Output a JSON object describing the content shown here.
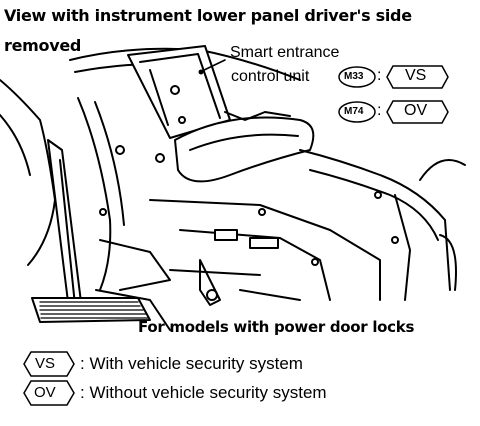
{
  "heading": {
    "line1": "View with instrument lower panel driver's side",
    "line2": "removed"
  },
  "callout": {
    "line1": "Smart entrance",
    "line2": "control unit",
    "sep": ":",
    "rows": [
      {
        "connector": "M33",
        "code": "VS"
      },
      {
        "connector": "M74",
        "code": "OV"
      }
    ]
  },
  "caption": "For models with power door locks",
  "legend": [
    {
      "code": "VS",
      "text": ": With vehicle security system"
    },
    {
      "code": "OV",
      "text": ": Without vehicle security system"
    }
  ]
}
